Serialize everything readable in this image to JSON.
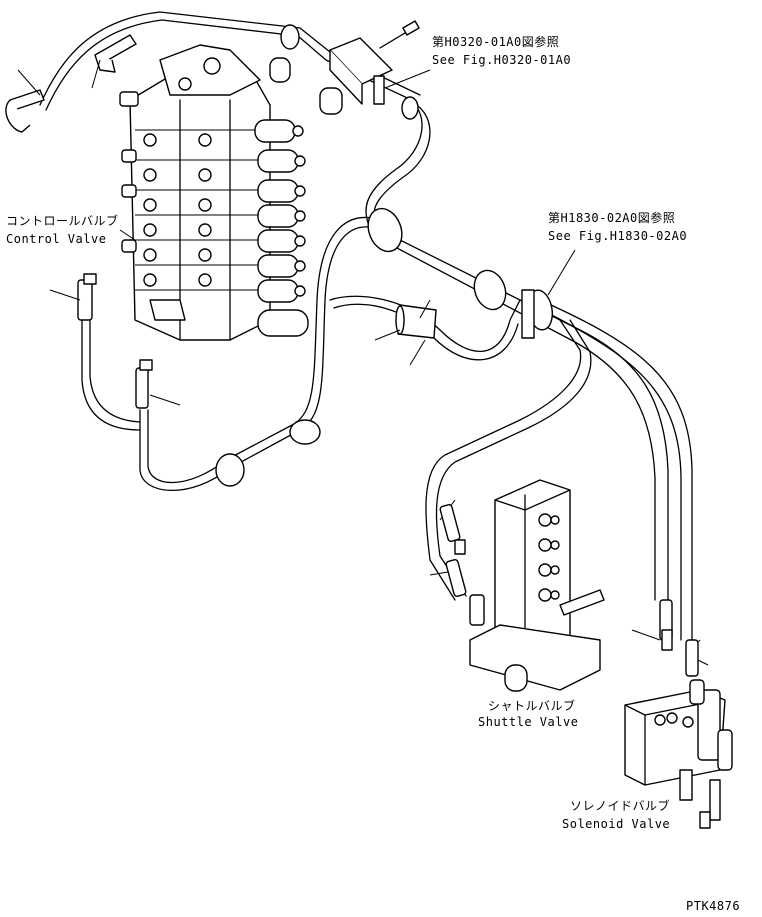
{
  "labels": {
    "ref_top_jp": "第H0320-01A0図参照",
    "ref_top_en": "See Fig.H0320-01A0",
    "ref_mid_jp": "第H1830-02A0図参照",
    "ref_mid_en": "See Fig.H1830-02A0",
    "control_valve_jp": "コントロールバルブ",
    "control_valve_en": "Control Valve",
    "shuttle_valve_jp": "シャトルバルブ",
    "shuttle_valve_en": "Shuttle Valve",
    "solenoid_valve_jp": "ソレノイドバルブ",
    "solenoid_valve_en": "Solenoid Valve",
    "drawing_code": "PTK4876"
  }
}
